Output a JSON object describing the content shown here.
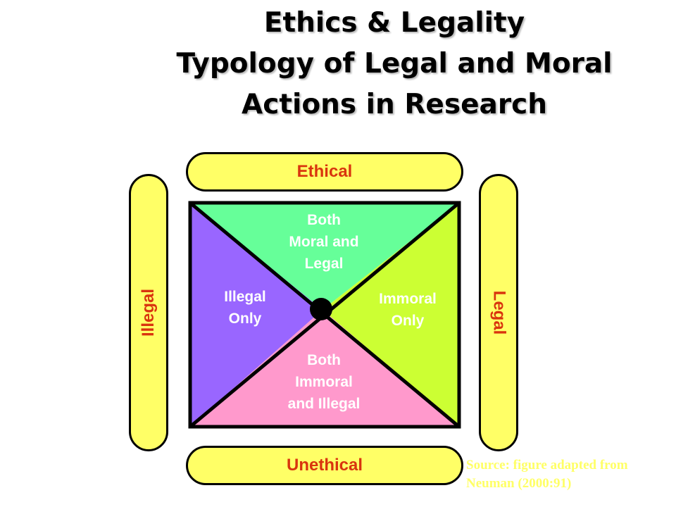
{
  "title": {
    "line1": "Ethics & Legality",
    "line2": "Typology of Legal and Moral",
    "line3": "Actions in Research"
  },
  "axes": {
    "top": "Ethical",
    "bottom": "Unethical",
    "left": "Illegal",
    "right": "Legal"
  },
  "quadrants": {
    "top": "Both\nMoral and\nLegal",
    "left": "Illegal\nOnly",
    "right": "Immoral\nOnly",
    "bottom": "Both\nImmoral\nand Illegal"
  },
  "source": "Source: figure adapted from\nNeuman (2000:91)",
  "colors": {
    "pill_fill": "#ffff66",
    "axis_text": "#d9340e",
    "quad_top": "#66ff99",
    "quad_left": "#9966ff",
    "quad_right": "#ccff33",
    "quad_bottom": "#ff99cc",
    "outline": "#000000",
    "source_text": "#ffff66"
  }
}
